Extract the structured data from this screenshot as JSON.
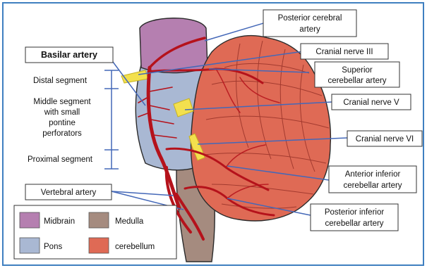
{
  "labels": {
    "basilar_artery": "Basilar artery",
    "distal_segment": "Distal segment",
    "middle_segment": [
      "Middle segment",
      "with small",
      "pontine",
      "perforators"
    ],
    "proximal_segment": "Proximal segment",
    "vertebral_artery": "Vertebral artery",
    "posterior_cerebral_artery": [
      "Posterior cerebral",
      "artery"
    ],
    "cranial_nerve_iii": "Cranial nerve III",
    "superior_cerebellar_artery": [
      "Superior",
      "cerebellar artery"
    ],
    "cranial_nerve_v": "Cranial nerve V",
    "cranial_nerve_vi": "Cranial nerve VI",
    "anterior_inferior_cerebellar_artery": [
      "Anterior inferior",
      "cerebellar artery"
    ],
    "posterior_inferior_cerebellar_artery": [
      "Posterior inferior",
      "cerebellar artery"
    ]
  },
  "legend": [
    {
      "label": "Midbrain",
      "color": "#b57fb0"
    },
    {
      "label": "Medulla",
      "color": "#a58b7f"
    },
    {
      "label": "Pons",
      "color": "#a9b8d3"
    },
    {
      "label": "cerebellum",
      "color": "#df6a55"
    }
  ],
  "colors": {
    "frame": "#3f7fc0",
    "leader_line": "#4468b8",
    "artery": "#b5121b",
    "nerve": "#f3e04e",
    "cerebellum_fold": "#8e2a22"
  }
}
